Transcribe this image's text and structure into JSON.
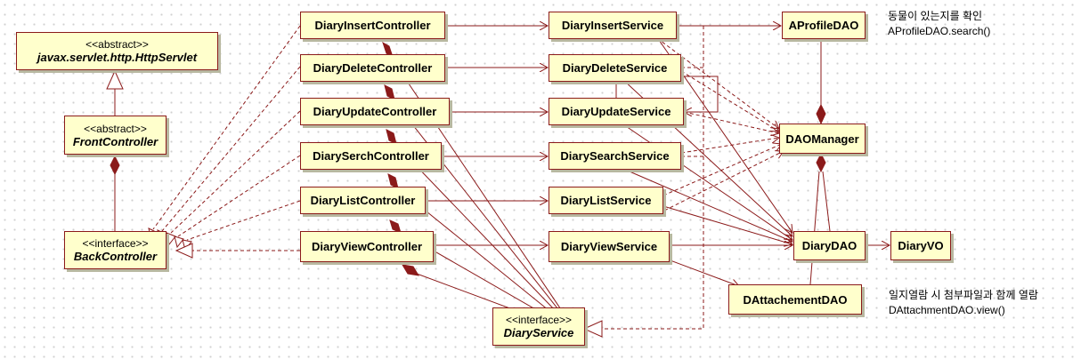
{
  "classes": {
    "http_servlet": {
      "stereotype": "<<abstract>>",
      "name": "javax.servlet.http.HttpServlet"
    },
    "front_controller": {
      "stereotype": "<<abstract>>",
      "name": "FrontController"
    },
    "back_controller": {
      "stereotype": "<<interface>>",
      "name": "BackController"
    },
    "diary_service": {
      "stereotype": "<<interface>>",
      "name": "DiaryService"
    },
    "controllers": [
      "DiaryInsertController",
      "DiaryDeleteController",
      "DiaryUpdateController",
      "DiarySerchController",
      "DiaryListController",
      "DiaryViewController"
    ],
    "services": [
      "DiaryInsertService",
      "DiaryDeleteService",
      "DiaryUpdateService",
      "DiarySearchService",
      "DiaryListService",
      "DiaryViewService"
    ],
    "aprofile_dao": "AProfileDAO",
    "dao_manager": "DAOManager",
    "diary_dao": "DiaryDAO",
    "diary_vo": "DiaryVO",
    "dattachement_dao": "DAttachementDAO"
  },
  "notes": {
    "aprofile": {
      "line1": "동물이 있는지를 확인",
      "line2": "AProfileDAO.search()"
    },
    "attachment": {
      "line1": "일지열람 시 첨부파일과 함께 열람",
      "line2": "DAttachmentDAO.view()"
    }
  }
}
